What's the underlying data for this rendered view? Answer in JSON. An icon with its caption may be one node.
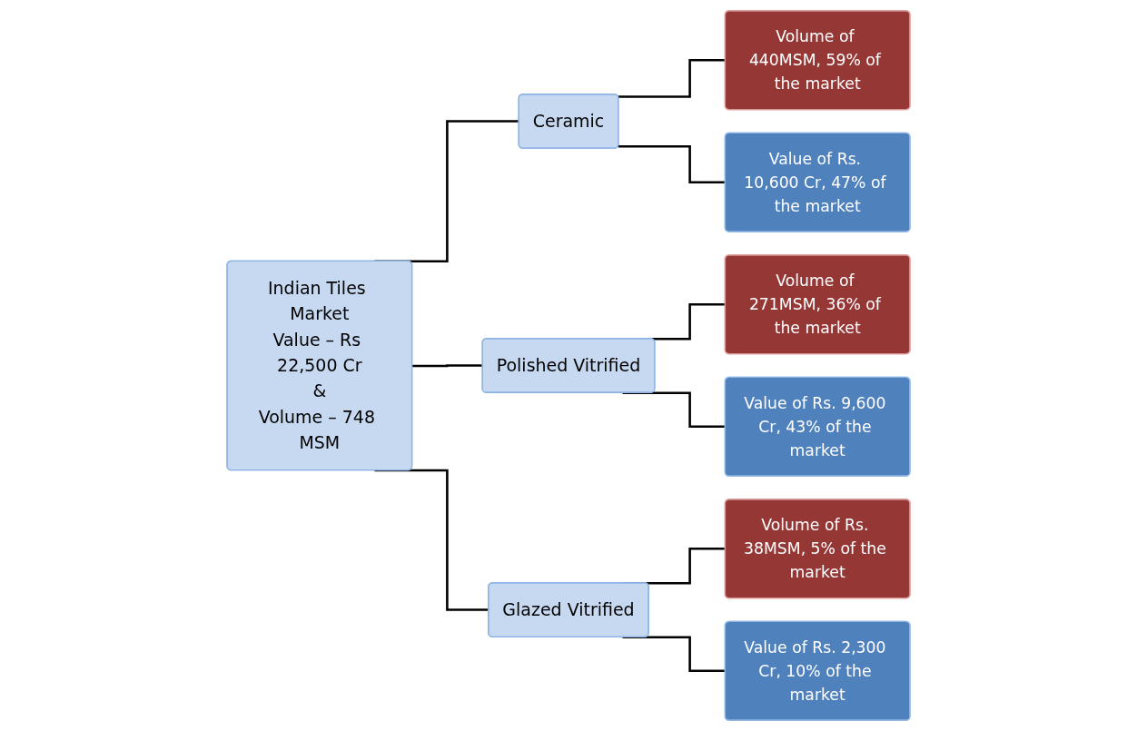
{
  "diagram": {
    "nodes": [
      {
        "text": [
          "Indian Tiles Market",
          "Value – Rs 22,500 Cr",
          "&",
          "Volume – 748 MSM"
        ]
      },
      {
        "text": [
          "Ceramic"
        ]
      },
      {
        "text": [
          "Volume of 440MSM, 59% of the market"
        ]
      },
      {
        "text": [
          "Value of Rs. 10,600 Cr, 47% of the market"
        ]
      },
      {
        "text": [
          "Polished Vitrified"
        ]
      },
      {
        "text": [
          "Volume of 271MSM, 36% of the market"
        ]
      },
      {
        "text": [
          "Value of Rs. 9,600 Cr, 43% of the market"
        ]
      },
      {
        "text": [
          "Glazed Vitrified"
        ]
      },
      {
        "text": [
          "Volume of Rs. 38MSM, 5% of the market"
        ]
      },
      {
        "text": [
          "Value of Rs. 2,300 Cr, 10% of the market"
        ]
      }
    ],
    "edges": [
      {
        "from": 0,
        "to": 1,
        "arrow": "none"
      },
      {
        "from": 0,
        "to": 4,
        "arrow": "none"
      },
      {
        "from": 0,
        "to": 7,
        "arrow": "none"
      },
      {
        "from": 1,
        "to": 2,
        "arrow": "none"
      },
      {
        "from": 1,
        "to": 3,
        "arrow": "none"
      },
      {
        "from": 4,
        "to": 5,
        "arrow": "none"
      },
      {
        "from": 4,
        "to": 6,
        "arrow": "none"
      },
      {
        "from": 7,
        "to": 8,
        "arrow": "none"
      },
      {
        "from": 7,
        "to": 9,
        "arrow": "none"
      }
    ]
  }
}
